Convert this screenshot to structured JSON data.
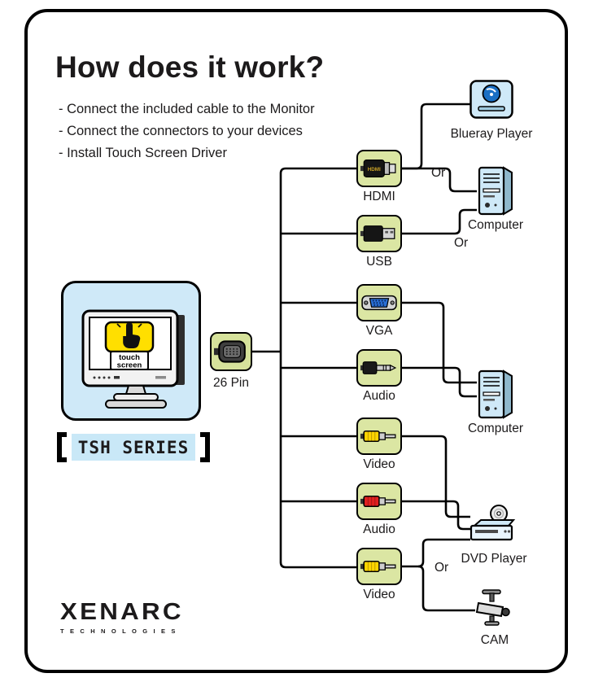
{
  "page": {
    "title": "How does it work?",
    "bullets": [
      "- Connect the included cable to the Monitor",
      "- Connect the connectors to your devices",
      "- Install Touch Screen Driver"
    ]
  },
  "monitor": {
    "touch_line1": "touch",
    "touch_line2": "screen",
    "series_label": "TSH SERIES"
  },
  "cable": {
    "label": "26 Pin"
  },
  "connectors": [
    {
      "id": "hdmi",
      "label": "HDMI",
      "plug_text": "HDMI"
    },
    {
      "id": "usb",
      "label": "USB"
    },
    {
      "id": "vga",
      "label": "VGA"
    },
    {
      "id": "audio-jack",
      "label": "Audio"
    },
    {
      "id": "video-rca",
      "label": "Video"
    },
    {
      "id": "audio-rca",
      "label": "Audio"
    },
    {
      "id": "video-rca-2",
      "label": "Video"
    }
  ],
  "devices": [
    {
      "id": "blueray-player",
      "label": "Blueray Player"
    },
    {
      "id": "computer-1",
      "label": "Computer"
    },
    {
      "id": "computer-2",
      "label": "Computer"
    },
    {
      "id": "dvd-player",
      "label": "DVD Player"
    },
    {
      "id": "cam",
      "label": "CAM"
    }
  ],
  "or_labels": [
    "Or",
    "Or",
    "Or"
  ],
  "brand": {
    "name": "XENARC",
    "tagline": "TECHNOLOGIES"
  },
  "colors": {
    "panel_blue": "#cfe9f8",
    "connector_green": "#dbe6a3",
    "touch_yellow": "#ffdf00",
    "outline_black": "#000000",
    "rca_yellow": "#ffd400",
    "rca_red": "#e02020",
    "vga_blue": "#2a6fd6",
    "bluray_blue": "#1a6fc4"
  }
}
